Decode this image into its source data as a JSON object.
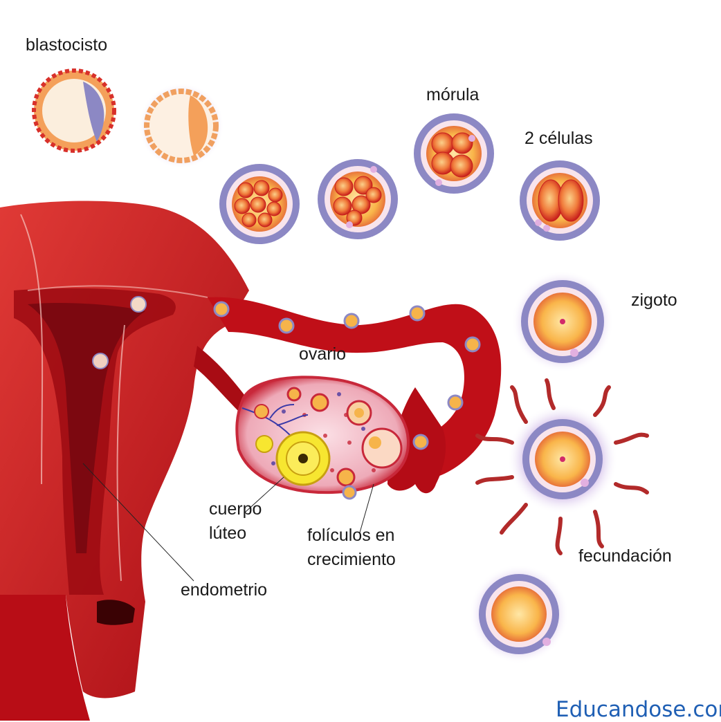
{
  "labels": {
    "blastocisto": "blastocisto",
    "morula": "mórula",
    "dos_celulas": "2 células",
    "zigoto": "zigoto",
    "ovario": "ovario",
    "fecundacion": "fecundación",
    "cuerpo_luteo_1": "cuerpo",
    "cuerpo_luteo_2": "lúteo",
    "foliculos_1": "folículos en",
    "foliculos_2": "crecimiento",
    "endometrio": "endometrio"
  },
  "brand": "Educandose.com",
  "colors": {
    "tissue": "#c8101a",
    "tissue_dark": "#8e0a10",
    "tissue_light": "#e2463e",
    "zona": "#8c88c4",
    "cytoplasm": "#f6b44a",
    "ovary": "#f0b8c4",
    "corpus": "#f7e630",
    "brand": "#1f5fb4"
  }
}
